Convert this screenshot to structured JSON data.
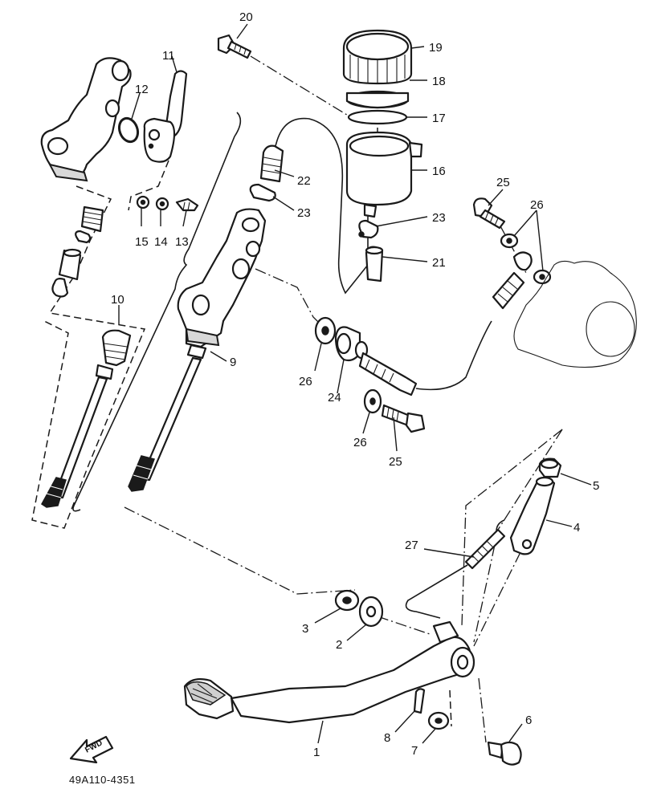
{
  "diagram": {
    "callouts": {
      "p1": "1",
      "p2": "2",
      "p3": "3",
      "p4": "4",
      "p5": "5",
      "p6": "6",
      "p7": "7",
      "p8": "8",
      "p9": "9",
      "p10": "10",
      "p11": "11",
      "p12": "12",
      "p13": "13",
      "p14": "14",
      "p15": "15",
      "p16": "16",
      "p17": "17",
      "p18": "18",
      "p19": "19",
      "p20": "20",
      "p21": "21",
      "p22a": "22",
      "p23a": "23",
      "p23b": "23",
      "p24": "24",
      "p25a": "25",
      "p25b": "25",
      "p26a": "26",
      "p26b": "26",
      "p26c": "26",
      "p27": "27"
    },
    "direction_arrow_label": "FWD",
    "drawing_code": "49A110-4351"
  }
}
